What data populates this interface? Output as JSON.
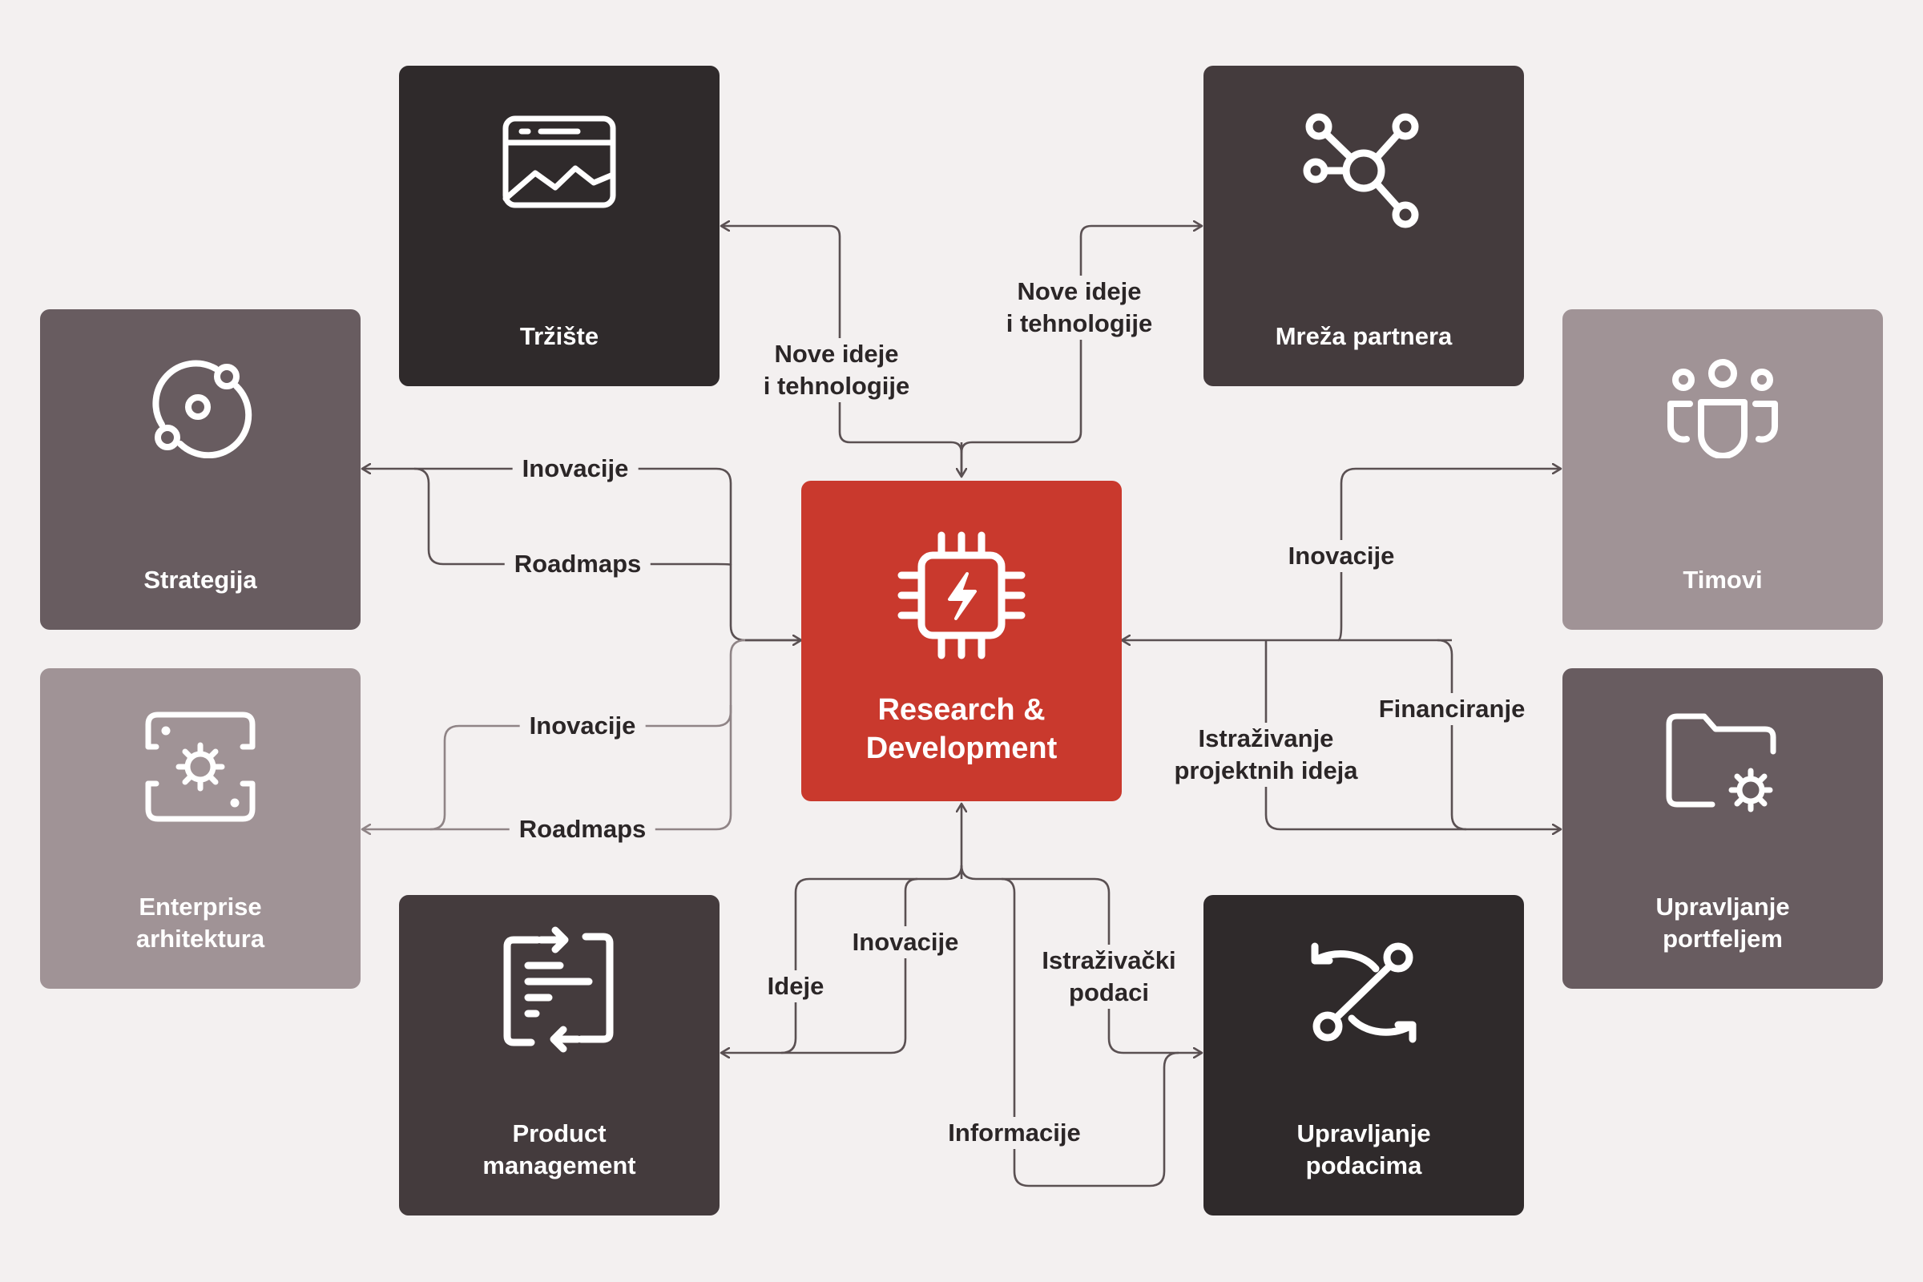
{
  "colors": {
    "background": "#f3f0f0",
    "darkest": "#2f2a2b",
    "dark": "#443b3d",
    "medium": "#685c60",
    "light": "#a09396",
    "accent": "#c9392d",
    "line": "#5a5052",
    "text": "#2b2627"
  },
  "nodes": {
    "center": {
      "label": "Research &\nDevelopment",
      "icon": "chip-lightning-icon"
    },
    "trziste": {
      "label": "Tržište",
      "icon": "browser-chart-icon"
    },
    "mreza": {
      "label": "Mreža partnera",
      "icon": "network-icon"
    },
    "strategija": {
      "label": "Strategija",
      "icon": "orbit-icon"
    },
    "timovi": {
      "label": "Timovi",
      "icon": "team-icon"
    },
    "enterprise": {
      "label": "Enterprise\narhitektura",
      "icon": "settings-frame-icon"
    },
    "portfelj": {
      "label": "Upravljanje\nportfeljem",
      "icon": "folder-gear-icon"
    },
    "product": {
      "label": "Product\nmanagement",
      "icon": "document-exchange-icon"
    },
    "podaci": {
      "label": "Upravljanje\npodacima",
      "icon": "sync-path-icon"
    }
  },
  "edge_labels": {
    "trziste_ideje": "Nove ideje\ni tehnologije",
    "mreza_ideje": "Nove ideje\ni tehnologije",
    "strategija_inovacije": "Inovacije",
    "strategija_roadmaps": "Roadmaps",
    "enterprise_inovacije": "Inovacije",
    "enterprise_roadmaps": "Roadmaps",
    "timovi_inovacije": "Inovacije",
    "portfelj_istrazivanje": "Istraživanje\nprojektnih ideja",
    "portfelj_financiranje": "Financiranje",
    "product_ideje": "Ideje",
    "product_inovacije": "Inovacije",
    "podaci_istrazivacki": "Istraživački\npodaci",
    "podaci_informacije": "Informacije"
  }
}
